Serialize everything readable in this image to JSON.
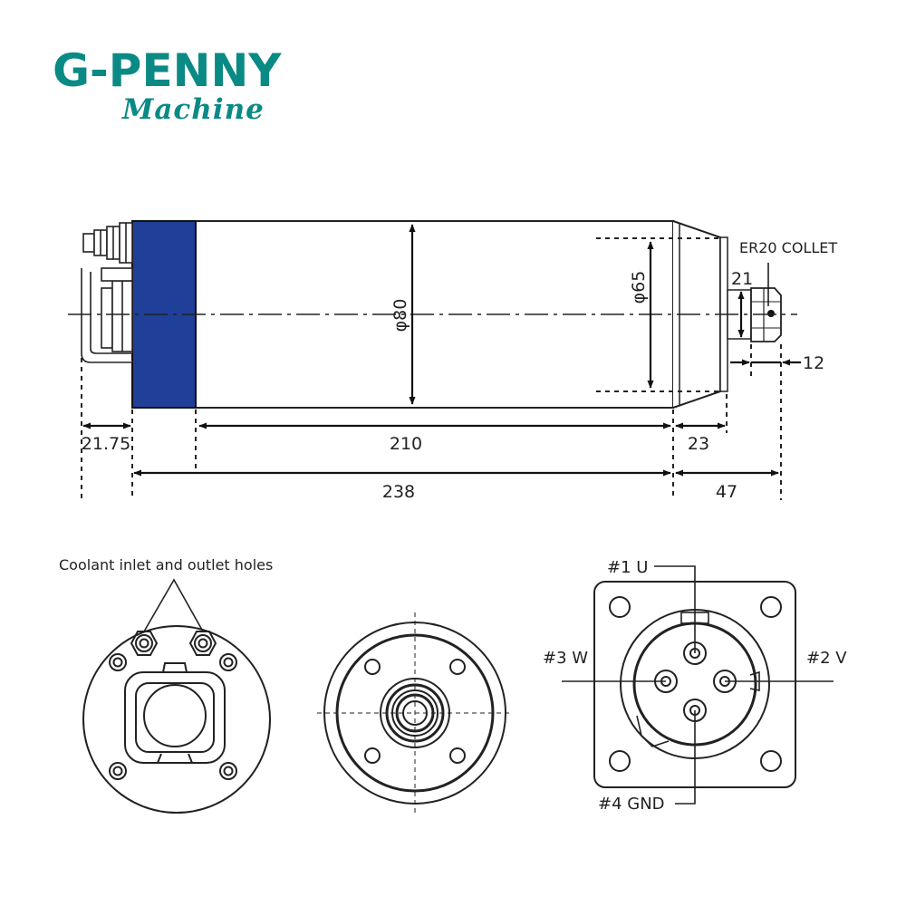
{
  "brand": {
    "name": "G-PENNY",
    "tagline": "Machine",
    "color": "#0a8a84"
  },
  "side_view": {
    "body_color": "#1f3f99",
    "collet_label": "ER20 COLLET",
    "dimensions": {
      "body_diameter": "φ80",
      "nose_diameter": "φ65",
      "collet_nut": "21",
      "collet_offset": "12",
      "rear_cable": "21.75",
      "body_length": "210",
      "nose_length": "23",
      "total_length": "238",
      "front_length": "47"
    }
  },
  "rear_view": {
    "coolant_label": "Coolant inlet and outlet holes"
  },
  "connector_view": {
    "pins": {
      "u": "#1 U",
      "v": "#2 V",
      "w": "#3 W",
      "gnd": "#4 GND"
    }
  }
}
